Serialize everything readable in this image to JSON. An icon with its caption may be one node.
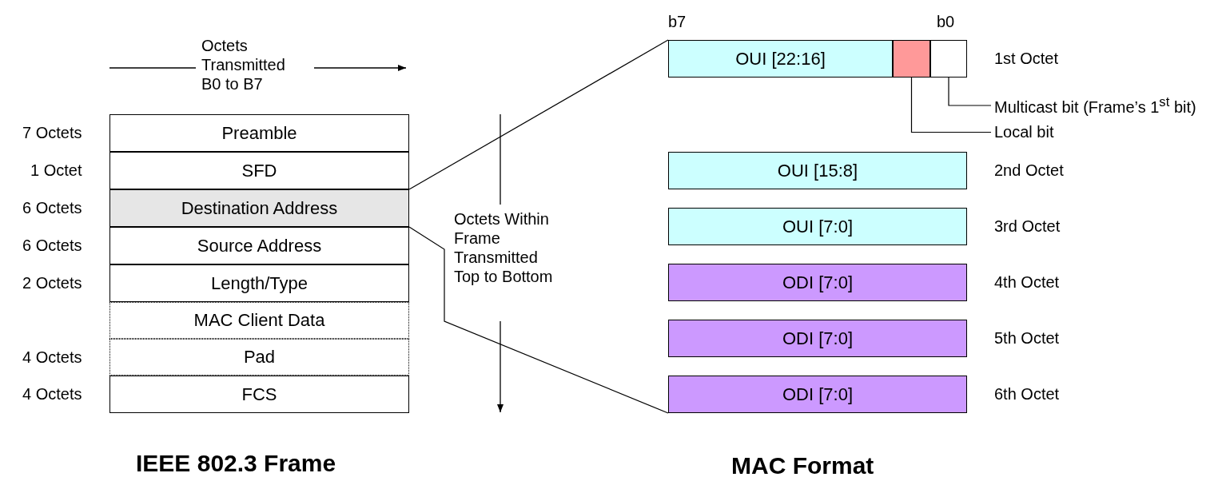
{
  "diagram": {
    "nodes": [
      {
        "text": [
          "Preamble"
        ],
        "beside": [
          "7 Octets"
        ]
      },
      {
        "text": [
          "SFD"
        ],
        "beside": [
          "1 Octet"
        ]
      },
      {
        "text": [
          "Destination Address"
        ],
        "beside": [
          "6 Octets"
        ]
      },
      {
        "text": [
          "Source Address"
        ],
        "beside": [
          "6 Octets"
        ]
      },
      {
        "text": [
          "Length/Type"
        ],
        "beside": [
          "2 Octets"
        ]
      },
      {
        "text": [
          "MAC Client Data"
        ]
      },
      {
        "text": [
          "Pad"
        ],
        "beside": [
          "4 Octets"
        ]
      },
      {
        "text": [
          "FCS"
        ],
        "beside": [
          "4 Octets"
        ]
      },
      {
        "text": [
          "OUI [22:16]"
        ]
      },
      {
        "text": [],
        "shape": "box"
      },
      {
        "text": [],
        "shape": "box"
      },
      {
        "text": [
          "OUI [15:8]"
        ],
        "beside": [
          "2nd Octet"
        ]
      },
      {
        "text": [
          "OUI [7:0]"
        ],
        "beside": [
          "3rd Octet"
        ]
      },
      {
        "text": [
          "ODI [7:0]"
        ],
        "beside": [
          "4th Octet"
        ]
      },
      {
        "text": [
          "ODI [7:0]"
        ],
        "beside": [
          "5th Octet"
        ]
      },
      {
        "text": [
          "ODI [7:0]"
        ],
        "beside": [
          "6th Octet"
        ]
      },
      {
        "text": [
          "Multicast bit (Frame’s 1$^{st}$ bit)"
        ]
      },
      {
        "text": [
          "Local bit"
        ]
      }
    ],
    "edges": [
      {
        "from": 2,
        "to": 8,
        "arrow": "none"
      },
      {
        "from": 2,
        "to": 15,
        "arrow": "none"
      },
      {
        "from": 16,
        "to": 10,
        "arrow": "none"
      },
      {
        "from": 17,
        "to": 9,
        "arrow": "none"
      }
    ],
    "labels": [
      "Octets Transmitted B0 to B7",
      "b7",
      "b0",
      "1st Octet",
      "Octets Within Frame Transmitted Top to Bottom",
      "IEEE 802.3 Frame",
      "MAC Format"
    ]
  }
}
